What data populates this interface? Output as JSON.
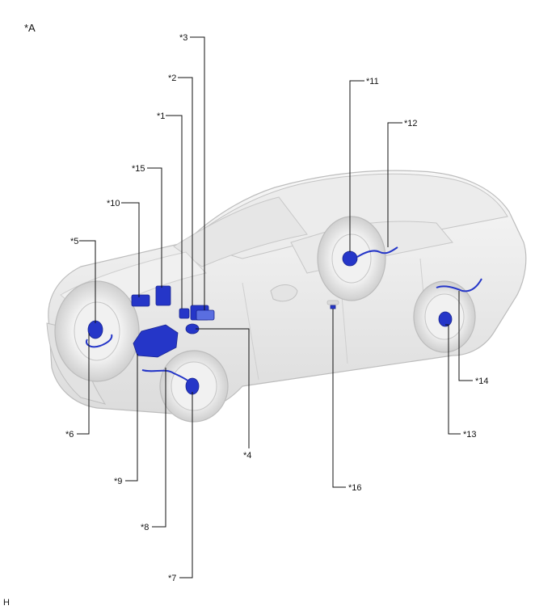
{
  "view_label": "*A",
  "footer_code": "H",
  "colors": {
    "component": "#2536c8",
    "component_light": "#5a6ee0",
    "body_fill": "#f2f2f2",
    "body_stroke": "#c8c8c8",
    "leader": "#111111"
  },
  "callouts": {
    "c1": "*1",
    "c2": "*2",
    "c3": "*3",
    "c4": "*4",
    "c5": "*5",
    "c6": "*6",
    "c7": "*7",
    "c8": "*8",
    "c9": "*9",
    "c10": "*10",
    "c11": "*11",
    "c12": "*12",
    "c13": "*13",
    "c14": "*14",
    "c15": "*15",
    "c16": "*16"
  }
}
